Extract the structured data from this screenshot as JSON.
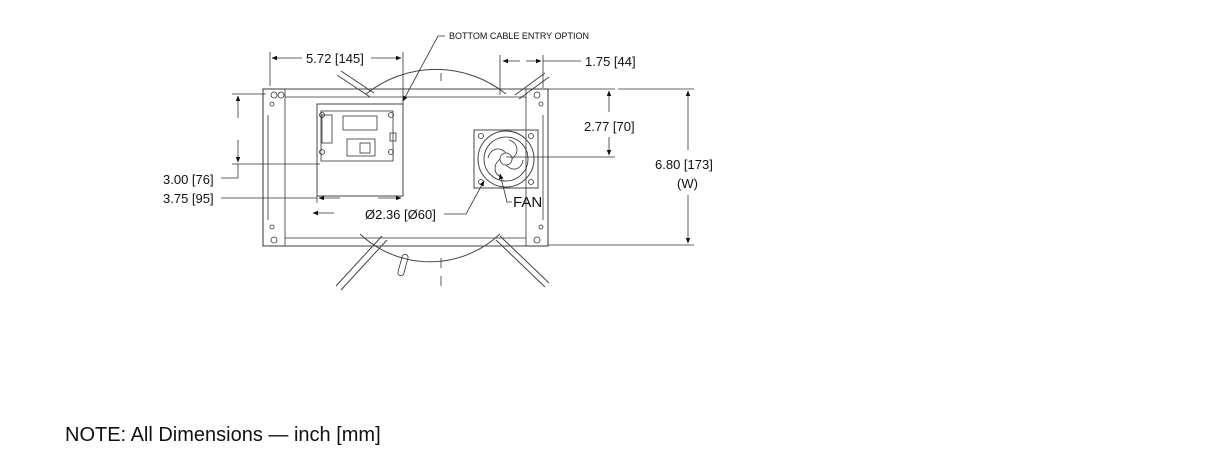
{
  "labels": {
    "bottom_cable_entry": "BOTTOM CABLE ENTRY OPTION",
    "dim_width_left": "5.72 [145]",
    "dim_right_offset": "1.75 [44]",
    "dim_fan_height": "2.77 [70]",
    "dim_total_height": "6.80 [173]",
    "dim_total_height_sub": "(W)",
    "dim_300": "3.00 [76]",
    "dim_375": "3.75 [95]",
    "dim_fan_diameter": "Ø2.36 [Ø60]",
    "fan": "FAN"
  },
  "note": "NOTE: All Dimensions — inch [mm]"
}
